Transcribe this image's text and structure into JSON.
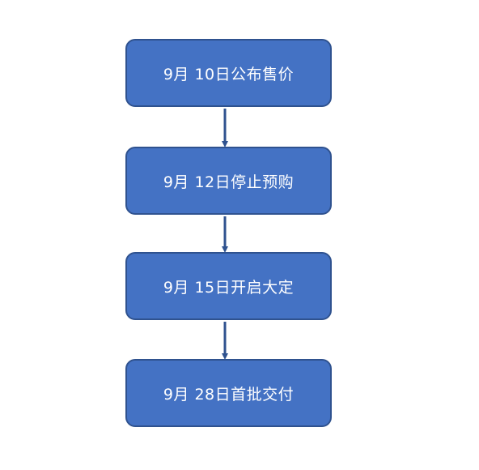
{
  "flow": {
    "steps": [
      {
        "label": "9月 10日公布售价"
      },
      {
        "label": "9月 12日停止预购"
      },
      {
        "label": "9月 15日开启大定"
      },
      {
        "label": "9月 28日首批交付"
      }
    ],
    "colors": {
      "node_fill": "#4472c4",
      "node_border": "#2f528f",
      "connector": "#2f528f",
      "text": "#ffffff"
    }
  }
}
